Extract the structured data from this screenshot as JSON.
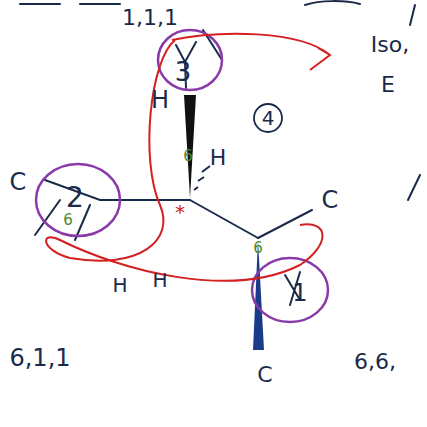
{
  "diagram": {
    "labels": [
      "1,1,1",
      "3",
      "H",
      "H",
      "4",
      "C",
      "2",
      "C",
      "H",
      "H",
      "1",
      "C",
      "6,1,1",
      "6,6,",
      "Iso,",
      "E",
      "6",
      "6",
      "6",
      "*"
    ]
  }
}
